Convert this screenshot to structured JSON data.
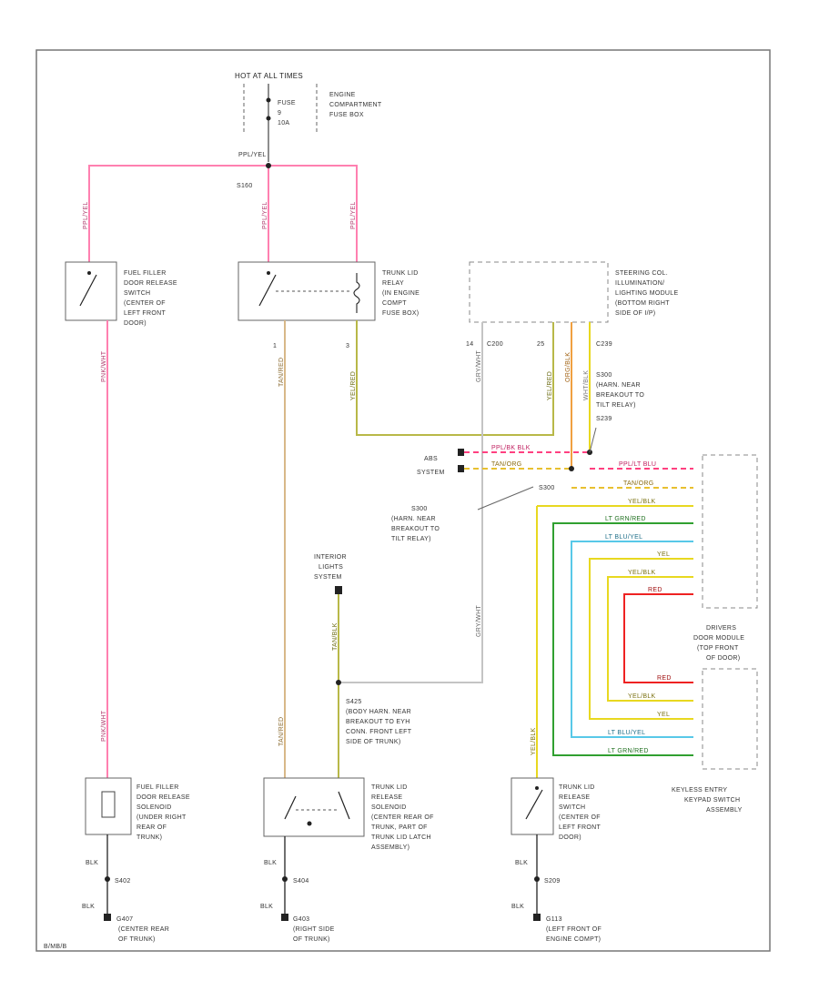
{
  "colors": {
    "pink": "#ff80b0",
    "tan": "#d8b888",
    "olive": "#b8b848",
    "gray": "#c4c4c4",
    "orange": "#f0a040",
    "yellow": "#e8d820",
    "red": "#ee2222",
    "green": "#30a030",
    "ltblue": "#58c8e8",
    "blue": "#3050d8"
  },
  "power": {
    "source": "HOT AT ALL TIMES",
    "fuse_line1": "FUSE",
    "fuse_line2": "9",
    "fuse_line3": "10A",
    "fusebox_line1": "ENGINE",
    "fusebox_line2": "COMPARTMENT",
    "fusebox_line3": "FUSE BOX",
    "wire_top": "PPL/YEL",
    "splice": "S160"
  },
  "components": {
    "fuel_switch": [
      "FUEL FILLER",
      "DOOR RELEASE",
      "SWITCH",
      "(CENTER OF",
      "LEFT FRONT",
      "DOOR)"
    ],
    "trunk_relay": [
      "TRUNK LID",
      "RELAY",
      "(IN ENGINE",
      "COMPT",
      "FUSE BOX)"
    ],
    "steering_module": [
      "STEERING COL.",
      "ILLUMINATION/",
      "LIGHTING MODULE",
      "(BOTTOM RIGHT",
      "SIDE OF I/P)"
    ],
    "abs_system": [
      "ABS",
      "SYSTEM"
    ],
    "interior_lights": [
      "INTERIOR",
      "LIGHTS",
      "SYSTEM"
    ],
    "drivers_door_module": [
      "DRIVERS",
      "DOOR MODULE",
      "(TOP FRONT",
      "OF DOOR)"
    ],
    "keyless_keypad": [
      "KEYLESS ENTRY",
      "KEYPAD SWITCH",
      "ASSEMBLY"
    ],
    "fuel_solenoid": [
      "FUEL FILLER",
      "DOOR RELEASE",
      "SOLENOID",
      "(UNDER RIGHT",
      "REAR OF",
      "TRUNK)"
    ],
    "trunk_solenoid": [
      "TRUNK LID",
      "RELEASE",
      "SOLENOID",
      "(CENTER REAR OF",
      "TRUNK, PART OF",
      "TRUNK LID LATCH",
      "ASSEMBLY)"
    ],
    "trunk_switch": [
      "TRUNK LID",
      "RELEASE",
      "SWITCH",
      "(CENTER OF",
      "LEFT FRONT",
      "DOOR)"
    ]
  },
  "splices": {
    "s300_right": [
      "S300",
      "(HARN. NEAR",
      "BREAKOUT TO",
      "TILT RELAY)",
      "S239"
    ],
    "s300_left": [
      "S300",
      "(HARN. NEAR",
      "BREAKOUT TO",
      "TILT RELAY)"
    ],
    "s300_dot": "S300",
    "s425": [
      "S425",
      "(BODY HARN. NEAR",
      "BREAKOUT TO EYH",
      "CONN. FRONT LEFT",
      "SIDE OF TRUNK)"
    ],
    "s402": "S402",
    "s404": "S404",
    "s209": "S209"
  },
  "connectors": {
    "c200_left": "14",
    "c200_label": "C200",
    "c200_right": "25",
    "c239": "C239",
    "relay_pin_left": "1",
    "relay_pin_right": "3"
  },
  "wires": {
    "pplyel": "PPL/YEL",
    "pnkwht": "PNK/WHT",
    "tanred": "TAN/RED",
    "ylwred": "YEL/RED",
    "grywht": "GRY/WHT",
    "orgblk": "ORG/BLK",
    "wht_blk": "WHT/BLK",
    "tan_blk": "TAN/BLK",
    "ppl_bk": "PPL/BK BLK",
    "tan_org": "TAN/ORG",
    "ppl_ltblu": "PPL/LT BLU",
    "ylw_blk": "YEL/BLK",
    "ltgrn_red": "LT GRN/RED",
    "ltblu_yel": "LT BLU/YEL",
    "yel": "YEL",
    "red": "RED",
    "blk": "BLK",
    "ylwblk_vert": "YEL/BLK"
  },
  "grounds": {
    "g407": [
      "G407",
      "(CENTER REAR",
      "OF TRUNK)"
    ],
    "g403": [
      "G403",
      "(RIGHT SIDE",
      "OF TRUNK)"
    ],
    "g113": [
      "G113",
      "(LEFT FRONT OF",
      "ENGINE COMPT)"
    ]
  },
  "footer": "B/MB/B"
}
